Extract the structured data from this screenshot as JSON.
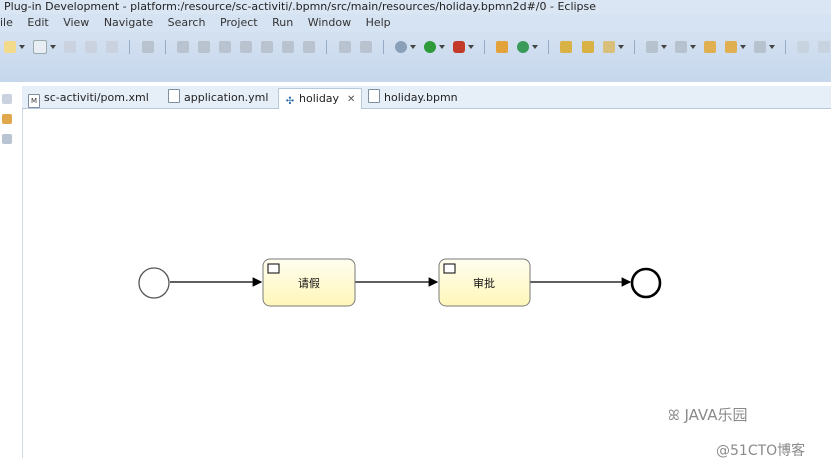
{
  "window": {
    "title": "Plug-in Development - platform:/resource/sc-activiti/.bpmn/src/main/resources/holiday.bpmn2d#/0 - Eclipse"
  },
  "menu": {
    "items": [
      "ile",
      "Edit",
      "View",
      "Navigate",
      "Search",
      "Project",
      "Run",
      "Window",
      "Help"
    ]
  },
  "tabs": [
    {
      "label": "sc-activiti/pom.xml",
      "icon": "maven-file-icon"
    },
    {
      "label": "application.yml",
      "icon": "text-file-icon"
    },
    {
      "label": "holiday",
      "icon": "bpmn-diagram-icon",
      "active": true
    },
    {
      "label": "holiday.bpmn",
      "icon": "text-file-icon"
    }
  ],
  "diagram": {
    "nodes": [
      {
        "type": "start-event"
      },
      {
        "type": "user-task",
        "label": "请假"
      },
      {
        "type": "user-task",
        "label": "审批"
      },
      {
        "type": "end-event"
      }
    ]
  },
  "watermark": {
    "wechat": "JAVA乐园",
    "site": "@51CTO博客"
  },
  "colors": {
    "chrome": "#d4e1f1",
    "task_fill": "#fffbd0",
    "task_stroke": "#8a8a8a"
  }
}
